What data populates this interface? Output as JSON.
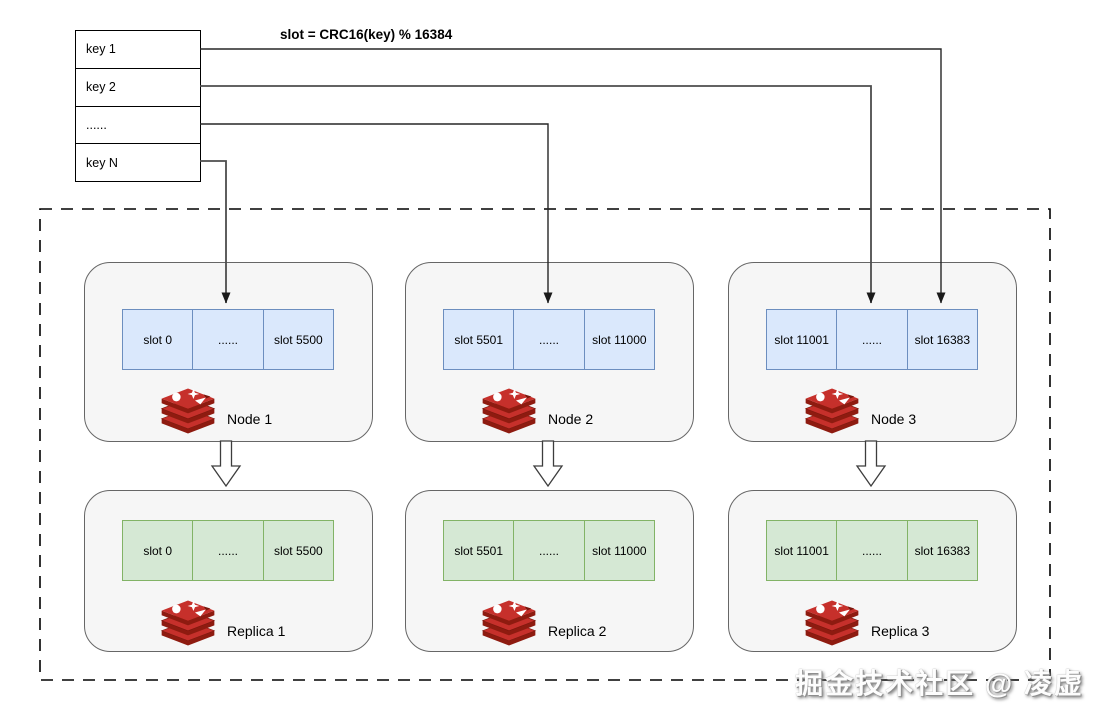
{
  "formula": "slot = CRC16(key) % 16384",
  "keys": {
    "rows": [
      "key 1",
      "key 2",
      "......",
      "key N"
    ]
  },
  "cluster": {
    "nodes": [
      {
        "label": "Node 1",
        "slots": [
          "slot 0",
          "......",
          "slot 5500"
        ]
      },
      {
        "label": "Node 2",
        "slots": [
          "slot 5501",
          "......",
          "slot 11000"
        ]
      },
      {
        "label": "Node 3",
        "slots": [
          "slot 11001",
          "......",
          "slot 16383"
        ]
      }
    ],
    "replicas": [
      {
        "label": "Replica 1",
        "slots": [
          "slot 0",
          "......",
          "slot 5500"
        ]
      },
      {
        "label": "Replica 2",
        "slots": [
          "slot 5501",
          "......",
          "slot 11000"
        ]
      },
      {
        "label": "Replica 3",
        "slots": [
          "slot 11001",
          "......",
          "slot 16383"
        ]
      }
    ]
  },
  "icons": {
    "redis": "redis-database-stack-icon",
    "arrow": "down-arrow-icon",
    "hollow_arrow": "replication-down-arrow-icon"
  },
  "colors": {
    "node_slot_fill": "#dae8fc",
    "node_slot_border": "#6c8ebf",
    "replica_slot_fill": "#d5e8d4",
    "replica_slot_border": "#82b366",
    "group_fill": "#f5f5f5",
    "group_border": "#666666",
    "redis_red": "#c6302b",
    "redis_dark_red": "#8e1b10"
  },
  "watermark": {
    "text": "掘金技术社区 @ 凌虚"
  }
}
